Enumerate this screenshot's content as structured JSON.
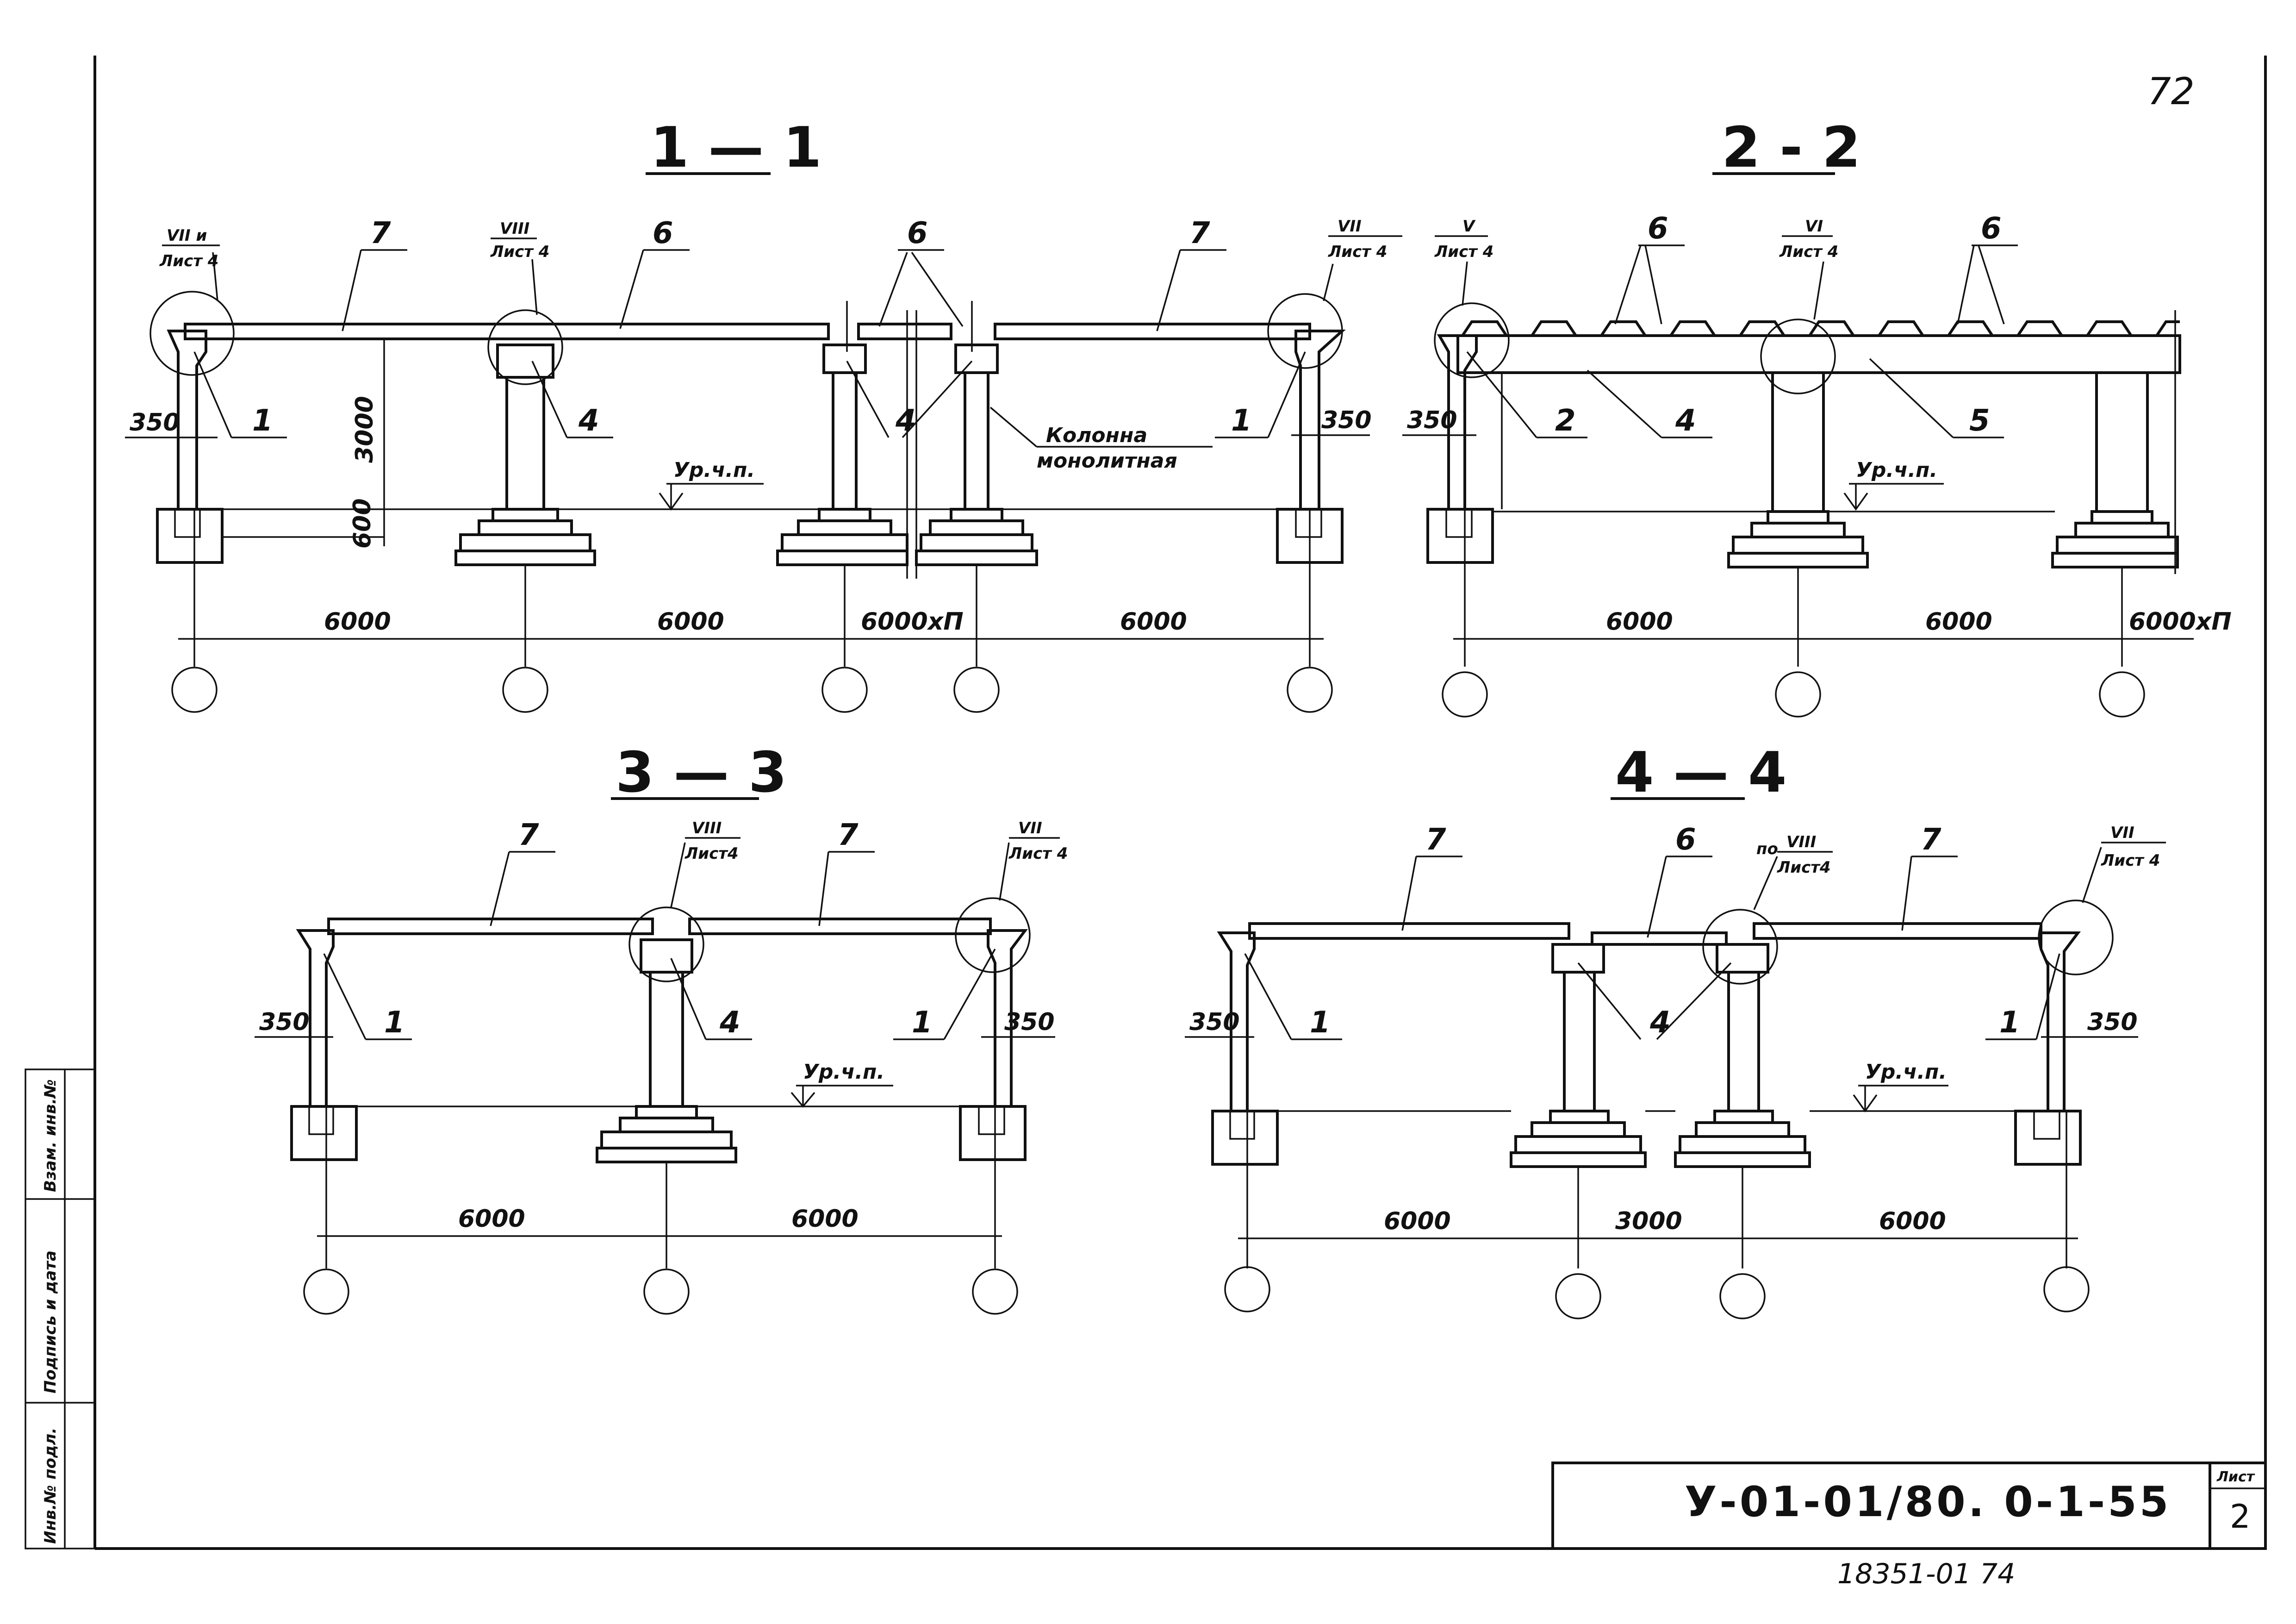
{
  "page_number": "72",
  "sections": {
    "s11": {
      "title": "1 — 1",
      "nodes": {
        "a": "VII и",
        "a2": "Лист 4",
        "b": "VIII",
        "b2": "Лист 4",
        "c": "VII",
        "c2": "Лист 4"
      },
      "marks": {
        "m7a": "7",
        "m6a": "6",
        "m6b": "6",
        "m7b": "7",
        "m1a": "1",
        "m4a": "4",
        "m4b": "4",
        "m1b": "1"
      },
      "dims": {
        "d350a": "350",
        "d350b": "350",
        "h3000": "3000",
        "h600": "600",
        "sp1": "6000",
        "sp2": "6000",
        "sp3": "6000хП",
        "sp4": "6000"
      },
      "level": "Ур.ч.п.",
      "column_note_1": "Колонна",
      "column_note_2": "монолитная"
    },
    "s22": {
      "title": "2 - 2",
      "nodes": {
        "a": "V",
        "a2": "Лист 4",
        "b": "VI",
        "b2": "Лист 4"
      },
      "marks": {
        "m6a": "6",
        "m6b": "6",
        "m2": "2",
        "m4": "4",
        "m5": "5"
      },
      "dims": {
        "d350": "350",
        "sp1": "6000",
        "sp2": "6000",
        "sp3": "6000хП"
      },
      "level": "Ур.ч.п."
    },
    "s33": {
      "title": "3 — 3",
      "nodes": {
        "a": "VIII",
        "a2": "Лист4",
        "b": "VII",
        "b2": "Лист 4"
      },
      "marks": {
        "m7a": "7",
        "m7b": "7",
        "m1a": "1",
        "m4": "4",
        "m1b": "1"
      },
      "dims": {
        "d350a": "350",
        "d350b": "350",
        "sp1": "6000",
        "sp2": "6000"
      },
      "level": "Ур.ч.п."
    },
    "s44": {
      "title": "4 — 4",
      "nodes": {
        "a_pre": "по",
        "a": "VIII",
        "a2": "Лист4",
        "b": "VII",
        "b2": "Лист 4"
      },
      "marks": {
        "m7a": "7",
        "m6": "6",
        "m7b": "7",
        "m1a": "1",
        "m4": "4",
        "m1b": "1"
      },
      "dims": {
        "d350a": "350",
        "d350b": "350",
        "sp1": "6000",
        "sp2": "3000",
        "sp3": "6000"
      },
      "level": "Ур.ч.п."
    }
  },
  "stamp": {
    "code": "У-01-01/80. 0-1-55",
    "sheet_label": "Лист",
    "sheet_no": "2",
    "archive_no": "18351-01 74"
  },
  "side_table": {
    "f1": "Инв.№ подл.",
    "f2": "Подпись и дата",
    "f3": "Взам. инв.№"
  }
}
